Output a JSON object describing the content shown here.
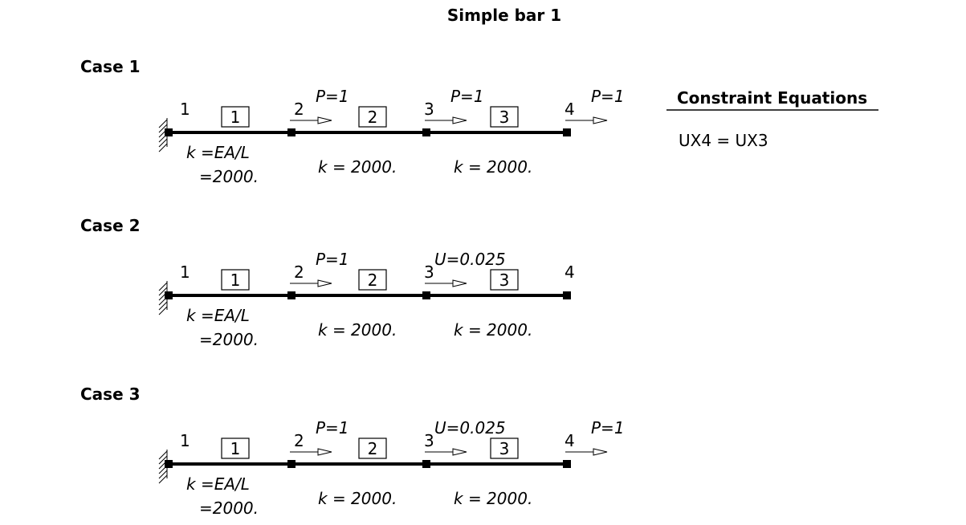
{
  "title": "Simple bar 1",
  "constraints": {
    "heading": "Constraint Equations",
    "equations": [
      "UX4 = UX3"
    ]
  },
  "cases": [
    {
      "label": "Case 1",
      "nodes": [
        "1",
        "2",
        "3",
        "4"
      ],
      "elements": [
        "1",
        "2",
        "3"
      ],
      "k_first": [
        "k =EA/L",
        "=2000."
      ],
      "k_others": [
        "k = 2000.",
        "k = 2000."
      ],
      "loads": [
        {
          "node": 2,
          "text": "P=1"
        },
        {
          "node": 3,
          "text": "P=1"
        },
        {
          "node": 4,
          "text": "P=1"
        }
      ]
    },
    {
      "label": "Case 2",
      "nodes": [
        "1",
        "2",
        "3",
        "4"
      ],
      "elements": [
        "1",
        "2",
        "3"
      ],
      "k_first": [
        "k =EA/L",
        "=2000."
      ],
      "k_others": [
        "k = 2000.",
        "k = 2000."
      ],
      "loads": [
        {
          "node": 2,
          "text": "P=1"
        },
        {
          "node": 3,
          "text": "U=0.025"
        }
      ]
    },
    {
      "label": "Case 3",
      "nodes": [
        "1",
        "2",
        "3",
        "4"
      ],
      "elements": [
        "1",
        "2",
        "3"
      ],
      "k_first": [
        "k =EA/L",
        "=2000."
      ],
      "k_others": [
        "k = 2000.",
        "k = 2000."
      ],
      "loads": [
        {
          "node": 2,
          "text": "P=1"
        },
        {
          "node": 3,
          "text": "U=0.025"
        },
        {
          "node": 4,
          "text": "P=1"
        }
      ]
    }
  ]
}
